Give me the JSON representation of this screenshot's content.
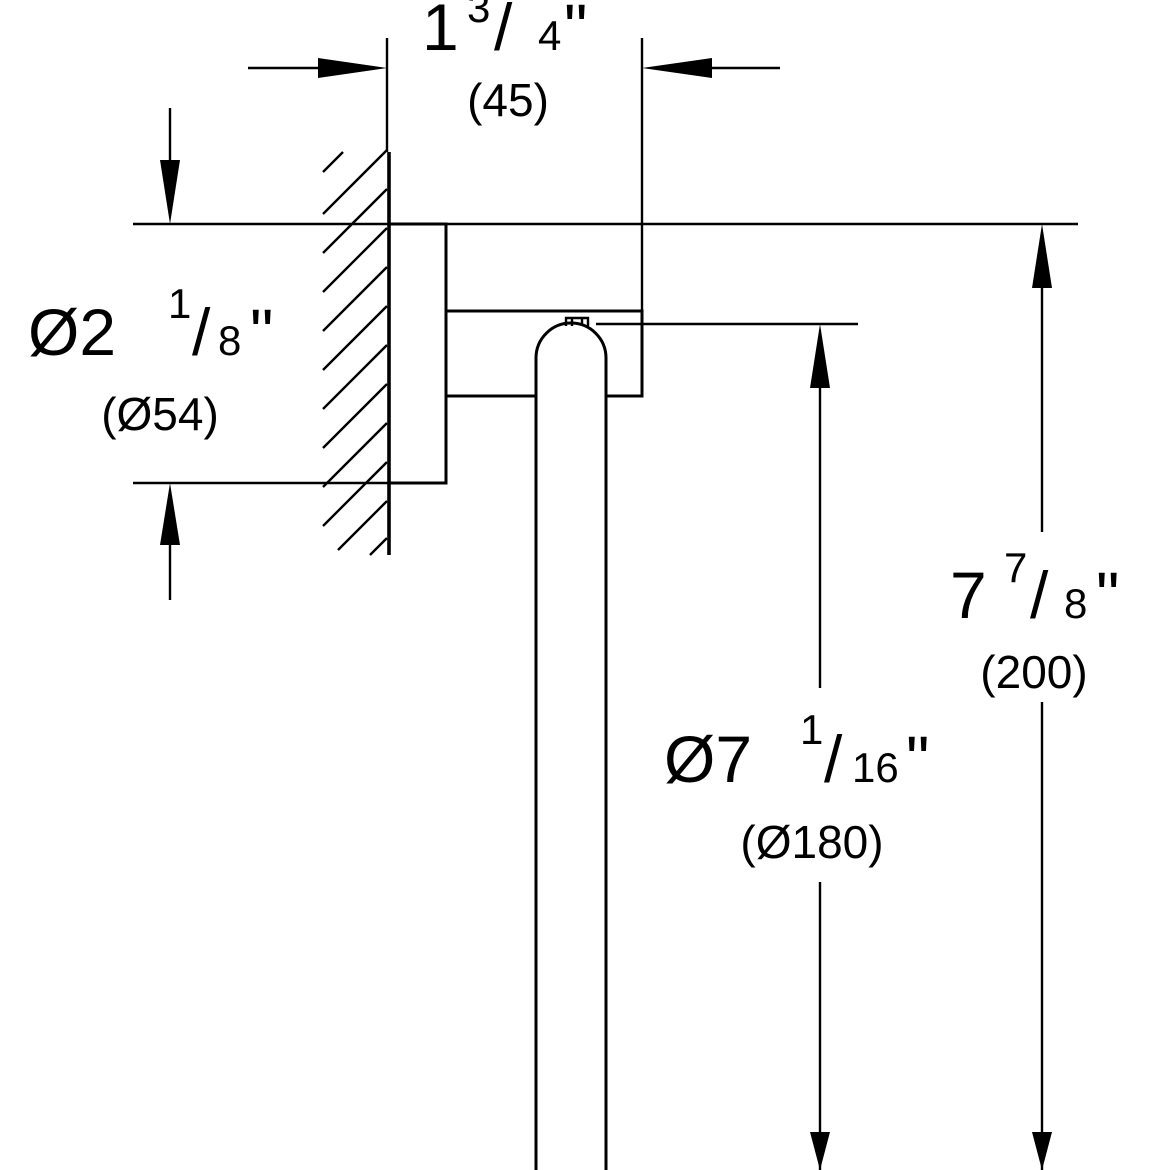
{
  "dimensions": {
    "depth": {
      "whole": "1",
      "num": "3",
      "slash": "/",
      "den": "4",
      "inch": "\"",
      "metric": "(45)"
    },
    "flange_diameter": {
      "prefix": "Ø2",
      "num": "1",
      "slash": "/",
      "den": "8",
      "inch": "\"",
      "metric": "(Ø54)"
    },
    "total_height": {
      "whole": "7",
      "num": "7",
      "slash": "/",
      "den": "8",
      "inch": "\"",
      "metric": "(200)"
    },
    "ring_diameter": {
      "prefix": "Ø7",
      "num": "1",
      "slash": "/",
      "den": "16",
      "inch": "\"",
      "metric": "(Ø180)"
    }
  },
  "colors": {
    "line": "#000000",
    "background": "#ffffff"
  }
}
